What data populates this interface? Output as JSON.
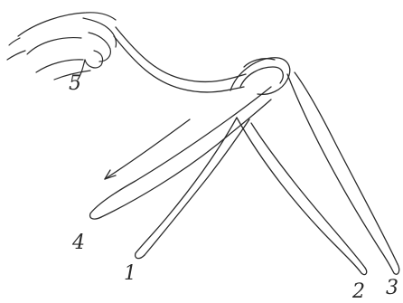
{
  "illustration": {
    "labels": {
      "strand_5": "5",
      "strand_4": "4",
      "strand_1": "1",
      "strand_2": "2",
      "strand_3": "3"
    },
    "ink_color": "#2a2a2a",
    "paper_color": "#ffffff"
  }
}
